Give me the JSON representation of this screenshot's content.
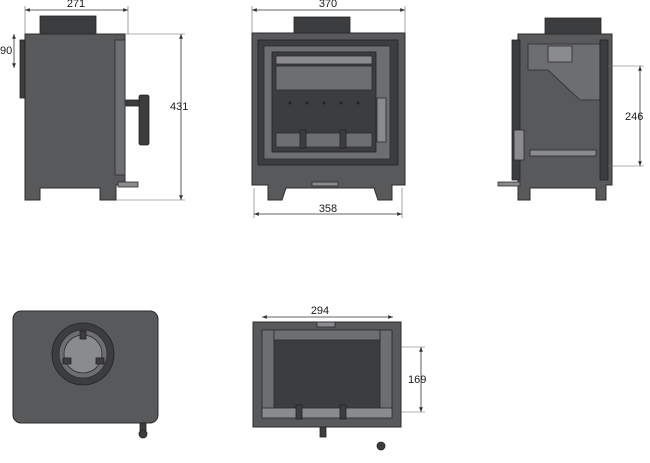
{
  "dimensions": {
    "side_depth": "271",
    "side_top_offset": "90",
    "side_height": "431",
    "front_width_top": "370",
    "front_width_base": "358",
    "section_height": "246",
    "plan_inner_width": "294",
    "plan_depth": "169"
  },
  "colors": {
    "stove_body": "#58595b",
    "stove_dark": "#3c3d3f",
    "stove_mid": "#6d6e71",
    "dimension_line": "#333333"
  },
  "icons": {
    "flue_collar": "circle-flue-icon",
    "arrowhead": "arrowhead-icon"
  }
}
